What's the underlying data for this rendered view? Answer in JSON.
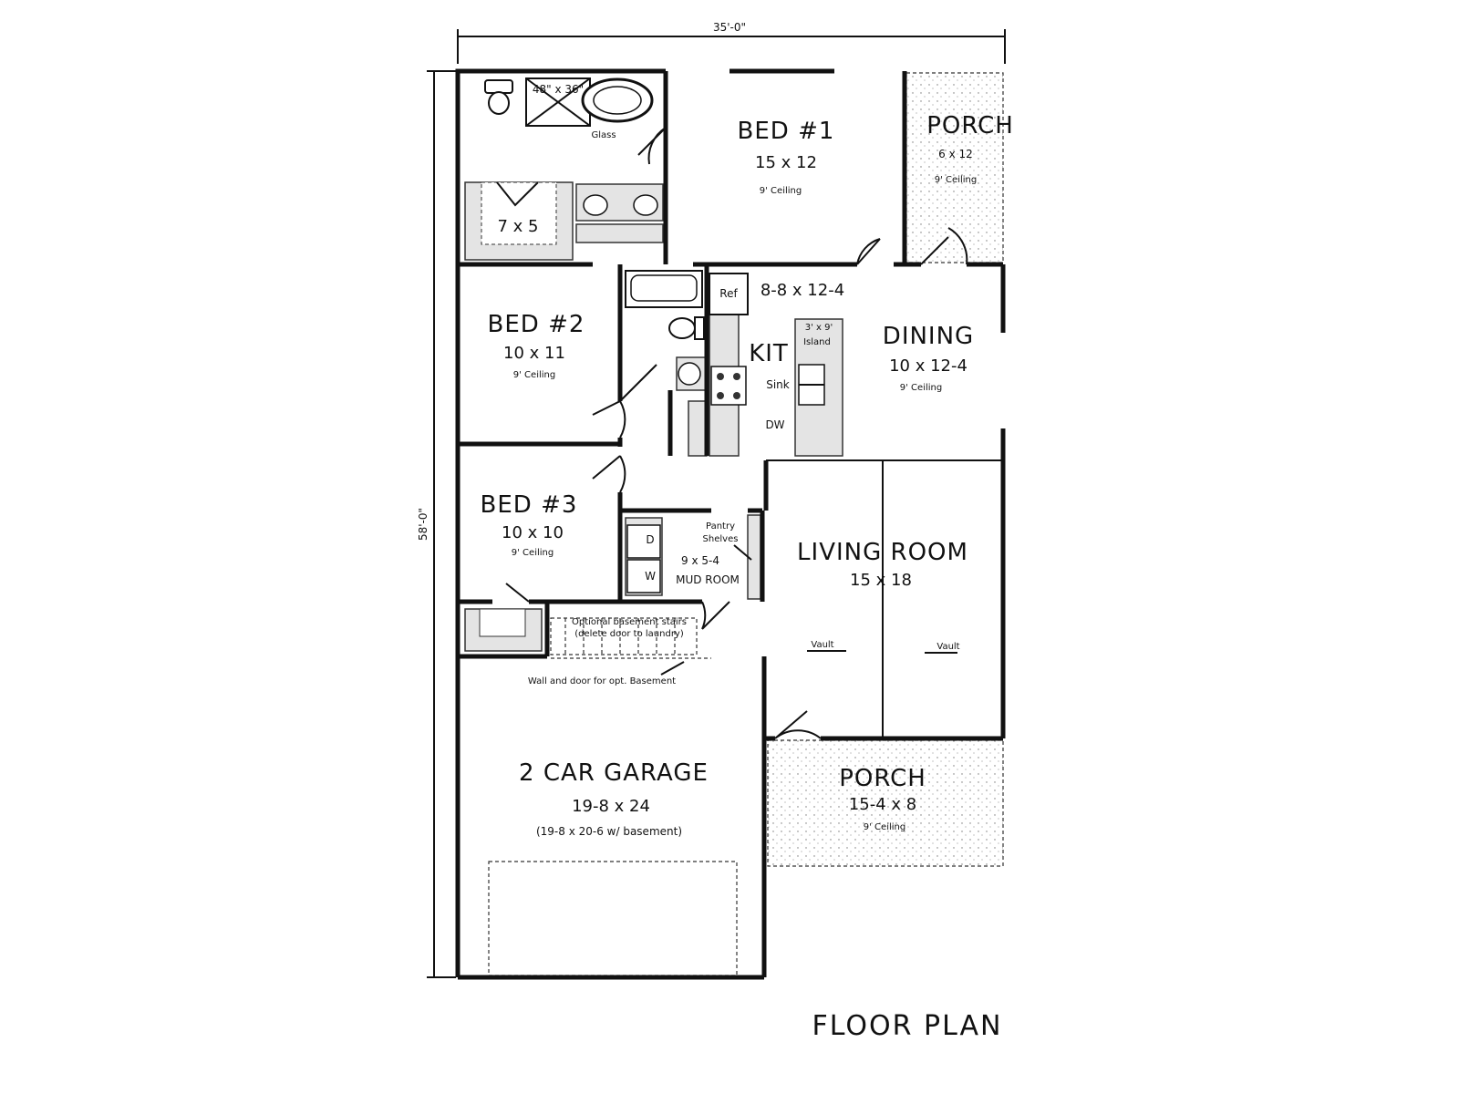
{
  "dimensions": {
    "width": "35'-0\"",
    "depth": "58'-0\""
  },
  "title": "FLOOR PLAN",
  "rooms": {
    "bed1": {
      "name": "BED #1",
      "size": "15 x 12",
      "ceiling": "9' Ceiling"
    },
    "porch_rear": {
      "name": "PORCH",
      "size": "6 x 12",
      "ceiling": "9' Ceiling"
    },
    "closet": {
      "size": "7 x 5"
    },
    "shower": {
      "size": "48\" x 36\"",
      "note": "Glass"
    },
    "bed2": {
      "name": "BED #2",
      "size": "10 x 11",
      "ceiling": "9' Ceiling"
    },
    "kitchen": {
      "name": "KIT",
      "size": "8-8 x 12-4",
      "ref": "Ref",
      "sink": "Sink",
      "dw": "DW",
      "island": "3' x 9'",
      "island_label": "Island"
    },
    "dining": {
      "name": "DINING",
      "size": "10 x 12-4",
      "ceiling": "9' Ceiling"
    },
    "bed3": {
      "name": "BED #3",
      "size": "10 x 10",
      "ceiling": "9' Ceiling"
    },
    "mud": {
      "name": "MUD ROOM",
      "size": "9 x 5-4",
      "pantry": "Pantry",
      "shelves": "Shelves",
      "dryer": "D",
      "washer": "W"
    },
    "living": {
      "name": "LIVING ROOM",
      "size": "15 x 18",
      "vault_left": "Vault",
      "vault_right": "Vault"
    },
    "stairs": {
      "line1": "Optional basement stairs",
      "line2": "(delete door to laundry)",
      "wall_note": "Wall and door for opt. Basement"
    },
    "garage": {
      "name": "2 CAR GARAGE",
      "size": "19-8 x 24",
      "note": "(19-8 x 20-6 w/ basement)"
    },
    "porch_front": {
      "name": "PORCH",
      "size": "15-4 x 8",
      "ceiling": "9' Ceiling"
    }
  }
}
